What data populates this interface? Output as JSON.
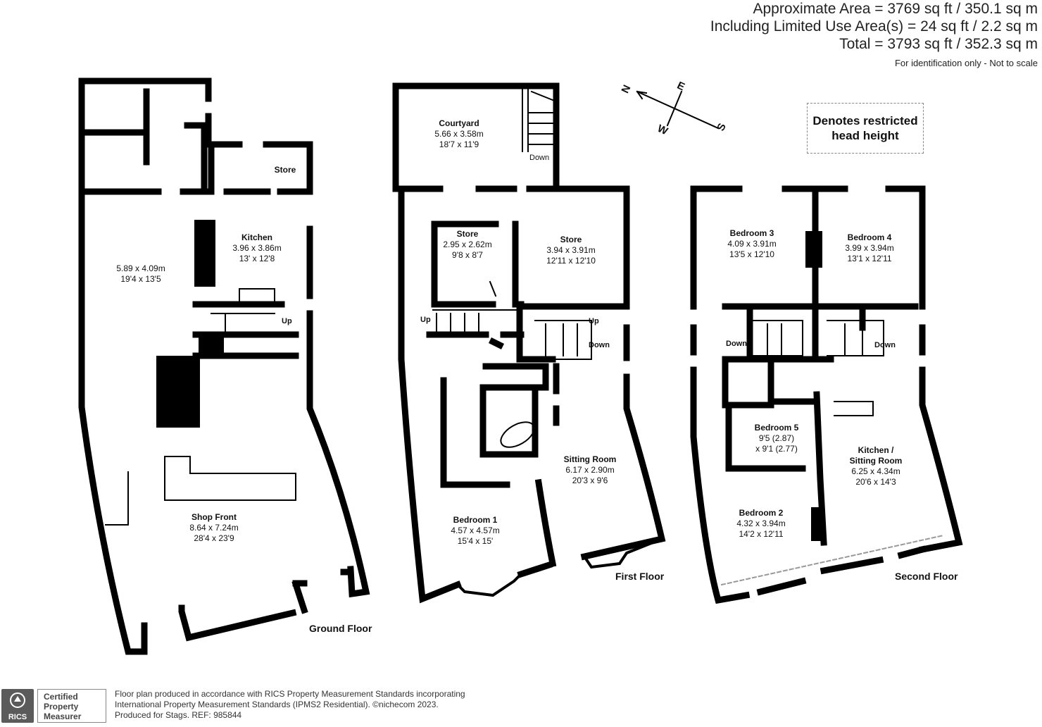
{
  "header": {
    "area_line1": "Approximate Area = 3769 sq ft / 350.1 sq m",
    "area_line2": "Including Limited Use Area(s) = 24 sq ft / 2.2 sq m",
    "area_line3": "Total = 3793 sq ft / 352.3 sq m",
    "disclaimer": "For identification only - Not to scale"
  },
  "legend": {
    "line1": "Denotes restricted",
    "line2": "head height"
  },
  "compass": {
    "n": "N",
    "e": "E",
    "s": "S",
    "w": "W"
  },
  "floors": {
    "ground": "Ground Floor",
    "first": "First Floor",
    "second": "Second Floor"
  },
  "rooms": {
    "g_room": {
      "name": "",
      "m": "5.89 x 4.09m",
      "ft": "19'4 x 13'5"
    },
    "kitchen": {
      "name": "Kitchen",
      "m": "3.96 x 3.86m",
      "ft": "13' x 12'8"
    },
    "g_store": {
      "name": "Store"
    },
    "shop": {
      "name": "Shop Front",
      "m": "8.64 x 7.24m",
      "ft": "28'4 x 23'9"
    },
    "courtyard": {
      "name": "Courtyard",
      "m": "5.66 x 3.58m",
      "ft": "18'7 x 11'9"
    },
    "f_store1": {
      "name": "Store",
      "m": "2.95 x 2.62m",
      "ft": "9'8 x 8'7"
    },
    "f_store2": {
      "name": "Store",
      "m": "3.94 x 3.91m",
      "ft": "12'11 x 12'10"
    },
    "sitting": {
      "name": "Sitting Room",
      "m": "6.17 x 2.90m",
      "ft": "20'3 x 9'6"
    },
    "bed1": {
      "name": "Bedroom 1",
      "m": "4.57 x 4.57m",
      "ft": "15'4 x 15'"
    },
    "bed3": {
      "name": "Bedroom 3",
      "m": "4.09 x 3.91m",
      "ft": "13'5 x 12'10"
    },
    "bed4": {
      "name": "Bedroom 4",
      "m": "3.99 x 3.94m",
      "ft": "13'1 x 12'11"
    },
    "bed5": {
      "name": "Bedroom 5",
      "m": "9'5 (2.87)",
      "ft": "x 9'1 (2.77)"
    },
    "kitsit": {
      "name": "Kitchen /",
      "name2": "Sitting Room",
      "m": "6.25 x 4.34m",
      "ft": "20'6 x 14'3"
    },
    "bed2": {
      "name": "Bedroom 2",
      "m": "4.32 x 3.94m",
      "ft": "14'2 x 12'11"
    }
  },
  "stair_labels": {
    "g_up": "Up",
    "f_down_top": "Down",
    "f_up_left": "Up",
    "f_up_right": "Up",
    "f_down": "Down",
    "s_down_left": "Down",
    "s_down_right": "Down"
  },
  "badge": {
    "rics": "RICS",
    "cert1": "Certified",
    "cert2": "Property",
    "cert3": "Measurer"
  },
  "footer": {
    "line1": "Floor plan produced in accordance with RICS Property Measurement Standards incorporating",
    "line2": "International Property Measurement Standards (IPMS2 Residential).  ©nichecom 2023.",
    "line3": "Produced for Stags.   REF: 985844"
  }
}
